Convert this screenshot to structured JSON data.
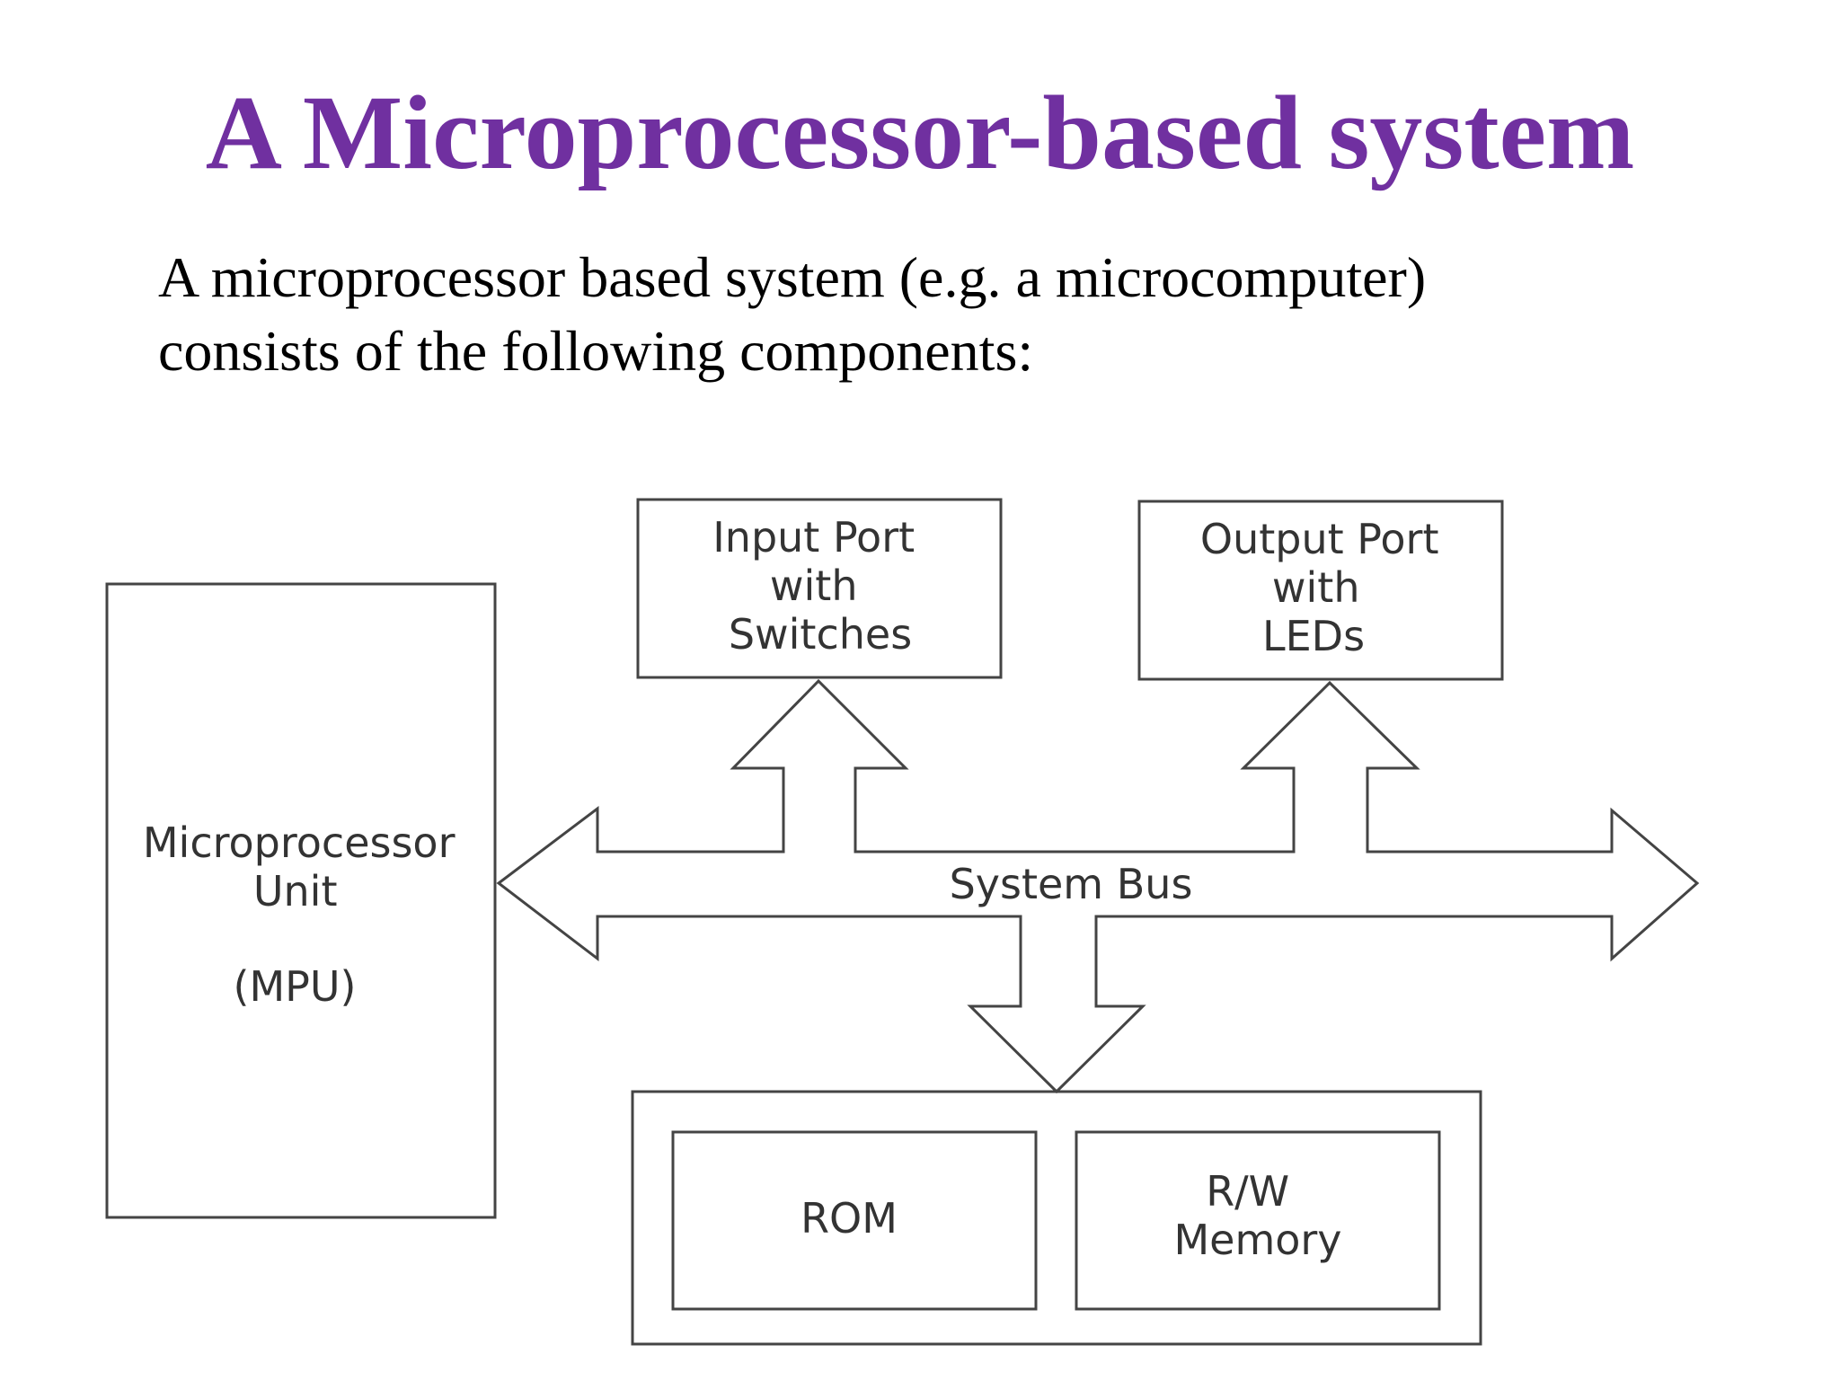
{
  "slide": {
    "title": "A Microprocessor-based system",
    "intro_line1": "A microprocessor based system (e.g. a microcomputer)",
    "intro_line2": "consists of the following components:"
  },
  "diagram": {
    "mpu_label": [
      "Microprocessor",
      "Unit",
      "(MPU)"
    ],
    "input_port_label": [
      "Input Port",
      "with",
      "Switches"
    ],
    "output_port_label": [
      "Output Port",
      "with",
      "LEDs"
    ],
    "bus_label": "System Bus",
    "rom_label": "ROM",
    "rw_memory_label": [
      "R/W",
      "Memory"
    ]
  },
  "colors": {
    "title": "#7030a0",
    "text": "#000000",
    "diagram_line": "#444444",
    "diagram_text": "#333333"
  }
}
